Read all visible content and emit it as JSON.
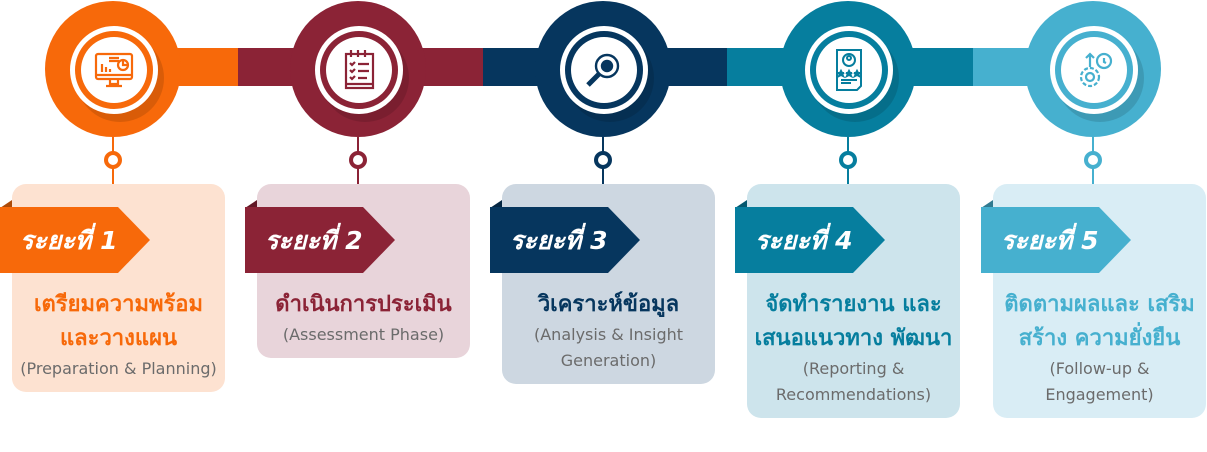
{
  "colors": [
    "#f7690a",
    "#8b2336",
    "#06365e",
    "#067e9e",
    "#46b0cf"
  ],
  "card_colors": [
    "#fde2d1",
    "#e8d4da",
    "#cdd7e1",
    "#cde4ec",
    "#d9edf5"
  ],
  "phases": [
    {
      "label": "ระยะที่ 1",
      "title": "เตรียมความพร้อม และวางแผน",
      "subtitle": "(Preparation & Planning)",
      "icon": "monitor-chart-icon"
    },
    {
      "label": "ระยะที่ 2",
      "title": "ดำเนินการประเมิน",
      "subtitle": "(Assessment Phase)",
      "icon": "checklist-icon"
    },
    {
      "label": "ระยะที่ 3",
      "title": "วิเคราะห์ข้อมูล",
      "subtitle": "(Analysis & Insight Generation)",
      "icon": "magnifier-icon"
    },
    {
      "label": "ระยะที่ 4",
      "title": "จัดทำรายงาน และเสนอแนวทาง พัฒนา",
      "subtitle": "(Reporting & Recommendations)",
      "icon": "report-icon"
    },
    {
      "label": "ระยะที่ 5",
      "title": "ติดตามผลและ เสริมสร้าง ความยั่งยืน",
      "subtitle": "(Follow-up & Engagement)",
      "icon": "gear-growth-icon"
    }
  ]
}
